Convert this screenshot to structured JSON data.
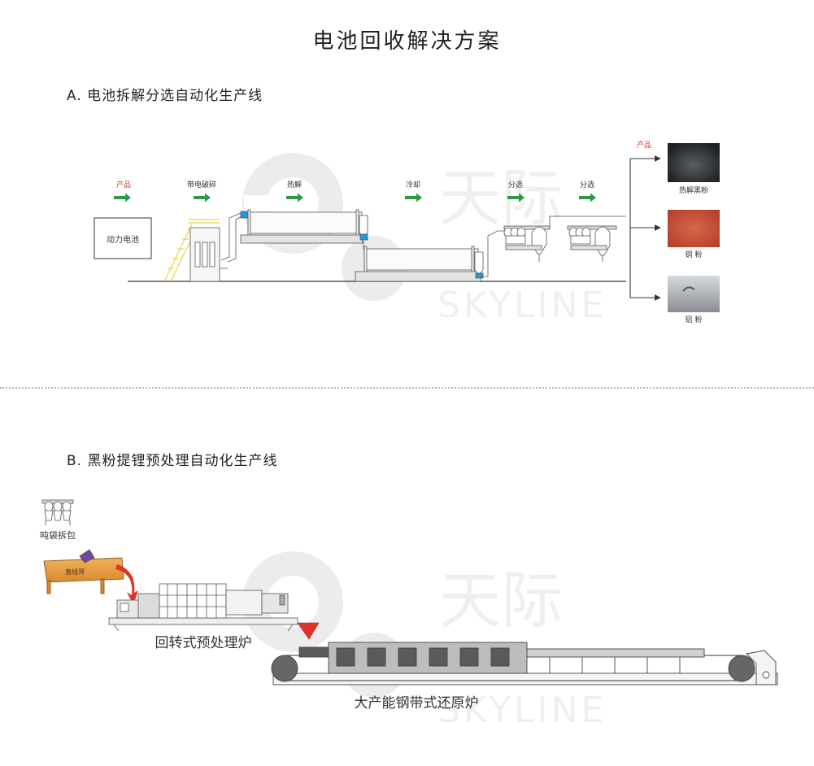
{
  "page": {
    "title": "电池回收解决方案"
  },
  "section_a": {
    "title": "A.  电池拆解分选自动化生产线",
    "source_box": "动力电池",
    "steps": [
      "产品",
      "带电破碎",
      "热解",
      "冷却",
      "分选",
      "分选"
    ],
    "product_header": "产品",
    "products": [
      "热解黑粉",
      "铜  粉",
      "铝  粉"
    ]
  },
  "section_b": {
    "title": "B.  黑粉提锂预处理自动化生产线",
    "bag_label": "吨袋拆包",
    "screen_label": "直线筛",
    "kiln_label": "回转式预处理炉",
    "belt_furnace_label": "大产能钢带式还原炉"
  },
  "watermark": {
    "brand_cn": "天际",
    "brand_en": "SKYLINE"
  },
  "colors": {
    "accent_red": "#e0322b",
    "arrow_green": "#2e9a48",
    "copper": "#c8553b",
    "blackpowder": "#3a3d40",
    "aluminum": "#9fa3a6",
    "orange": "#e69b3c",
    "pipe_blue": "#1e9be0"
  }
}
